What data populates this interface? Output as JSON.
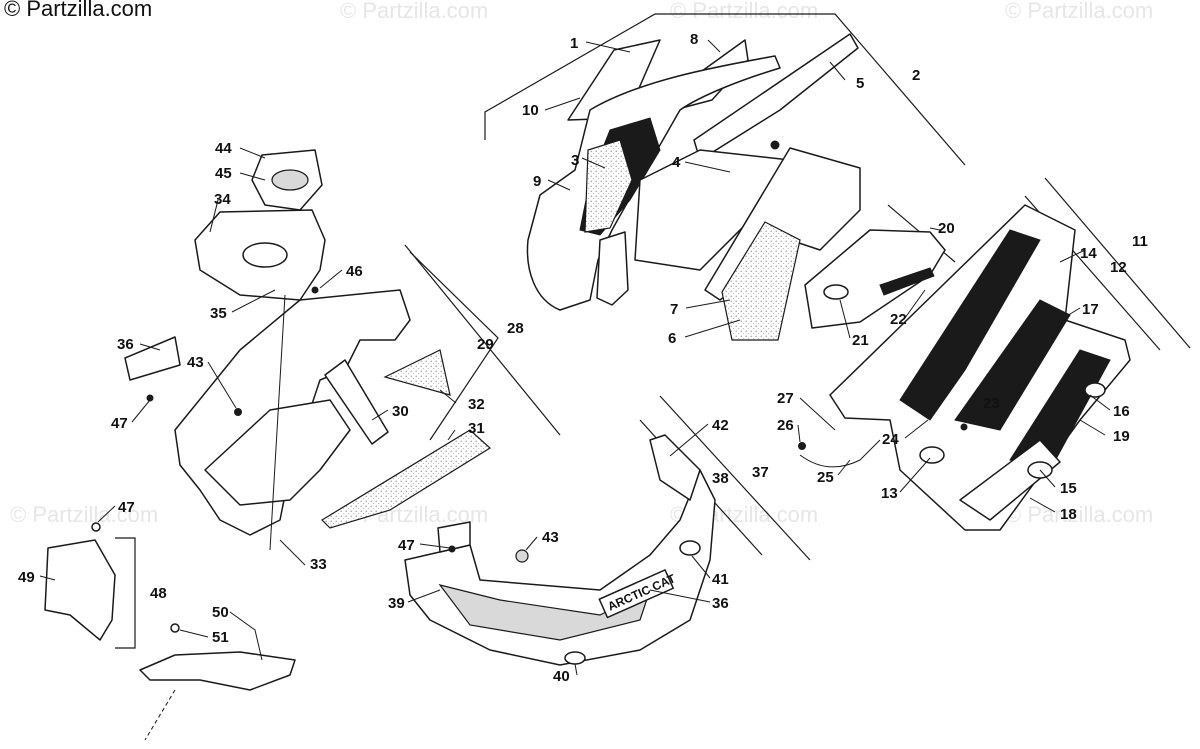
{
  "watermark": "© Partzilla.com",
  "decal_text": "ARCTIC CAT",
  "callouts": {
    "c1": "1",
    "c2": "2",
    "c3": "3",
    "c4": "4",
    "c5": "5",
    "c6": "6",
    "c7": "7",
    "c8": "8",
    "c9": "9",
    "c10": "10",
    "c11": "11",
    "c12": "12",
    "c13": "13",
    "c14": "14",
    "c15": "15",
    "c16": "16",
    "c17": "17",
    "c18": "18",
    "c19": "19",
    "c20": "20",
    "c21": "21",
    "c22": "22",
    "c23": "23",
    "c24": "24",
    "c25": "25",
    "c26": "26",
    "c27": "27",
    "c28": "28",
    "c29": "29",
    "c30": "30",
    "c31": "31",
    "c32": "32",
    "c33": "33",
    "c34": "34",
    "c35": "35",
    "c36a": "36",
    "c36b": "36",
    "c37": "37",
    "c38": "38",
    "c39": "39",
    "c40": "40",
    "c41": "41",
    "c42": "42",
    "c43a": "43",
    "c43b": "43",
    "c44": "44",
    "c45": "45",
    "c46": "46",
    "c47a": "47",
    "c47b": "47",
    "c47c": "47",
    "c48": "48",
    "c49": "49",
    "c50": "50",
    "c51": "51"
  }
}
